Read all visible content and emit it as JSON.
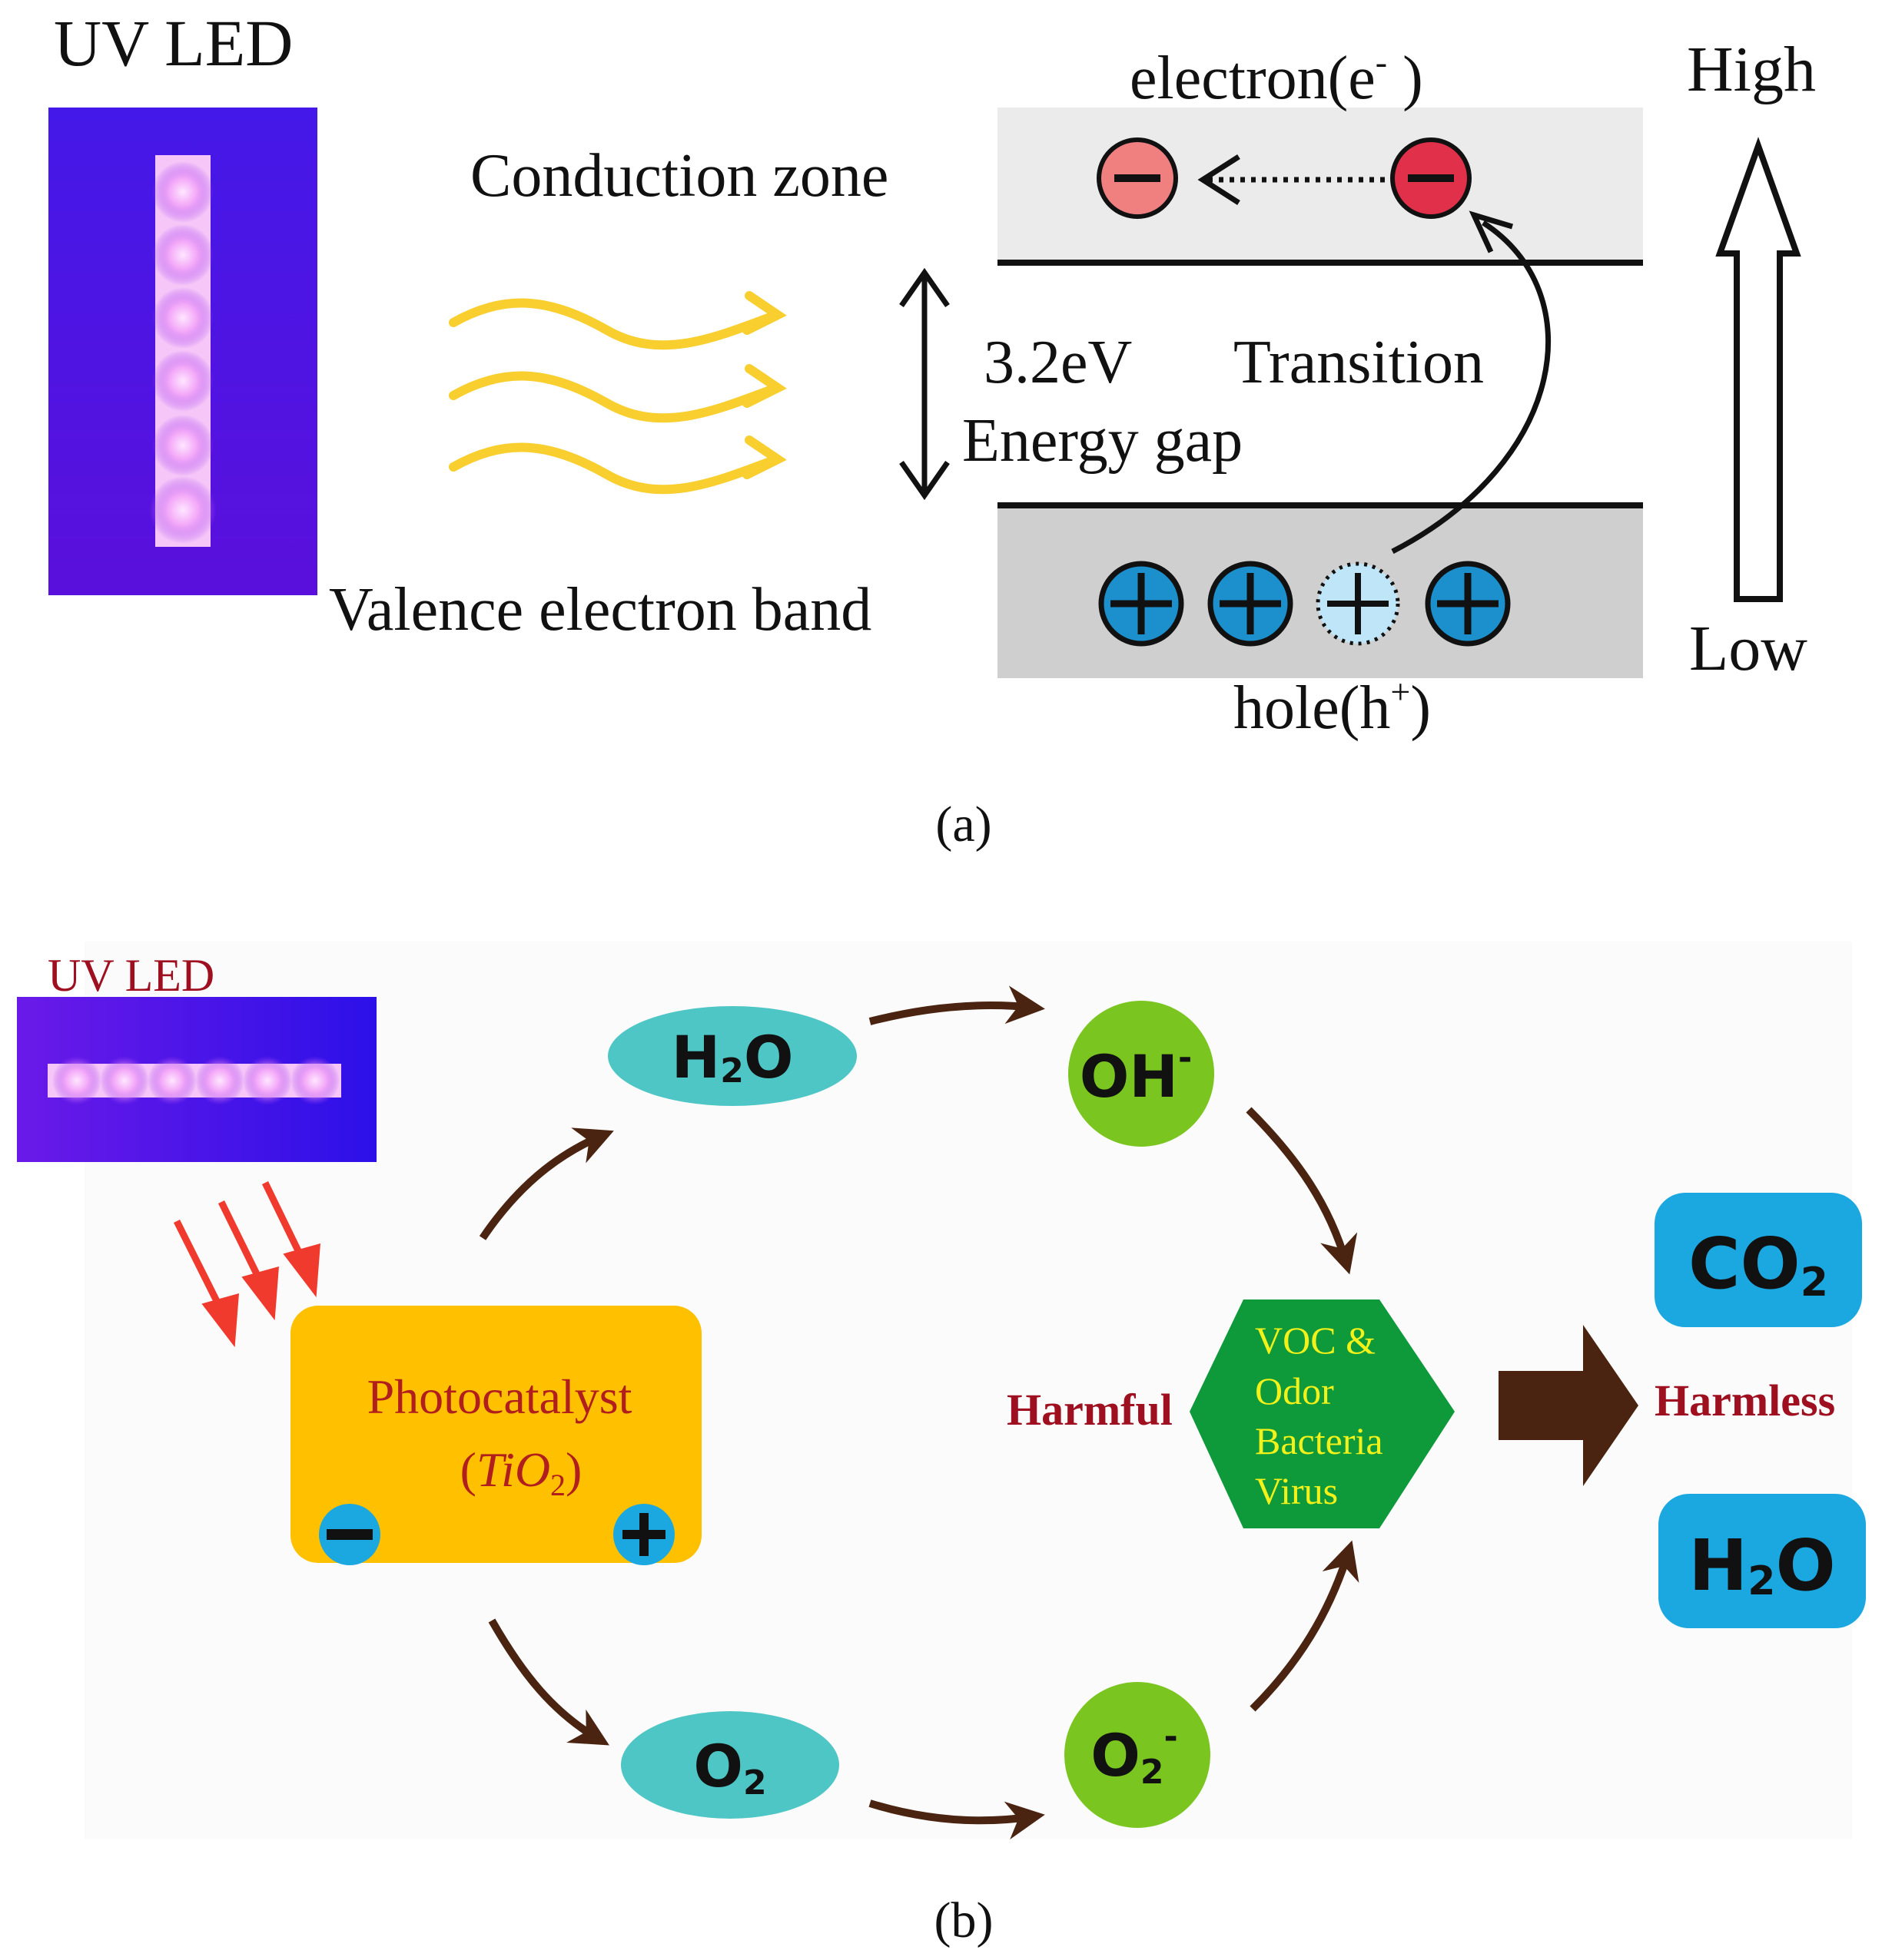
{
  "panel_a": {
    "uv_led_label": "UV LED",
    "conduction_label": "Conduction zone",
    "valence_label": "Valence electron band",
    "electron_label": "electron(e",
    "electron_sup": "-",
    "electron_close": " )",
    "hole_label": "hole(h",
    "hole_sup": "+",
    "hole_close": ")",
    "gap_value": "3.2eV",
    "gap_label": "Energy gap",
    "transition_label": "Transition",
    "high_label": "High",
    "low_label": "Low",
    "caption": "(a)"
  },
  "panel_b": {
    "uv_led_label": "UV LED",
    "photocatalyst_label": "Photocatalyst",
    "tio2_open": "(",
    "tio2_ti": "TiO",
    "tio2_sub": "2",
    "tio2_close": ")",
    "h2o_h": "H",
    "h2o_sub": "2",
    "h2o_o": "O",
    "oh_label": "OH",
    "oh_sup": "-",
    "o2_o": "O",
    "o2_sub": "2",
    "o2minus_o": "O",
    "o2minus_sub": "2",
    "o2minus_sup": "-",
    "harmful_label": "Harmful",
    "pollutants": [
      "VOC &",
      "Odor",
      "Bacteria",
      "Virus"
    ],
    "harmless_label": "Harmless",
    "co2_co": "CO",
    "co2_sub": "2",
    "out_h2o_h": "H",
    "out_h2o_sub": "2",
    "out_h2o_o": "O",
    "caption": "(b)"
  },
  "colors": {
    "photocatalyst_fill": "#FFC000",
    "photocatalyst_text": "#B01E1E",
    "molecule_teal": "#4FC6C6",
    "radical_green": "#7AC520",
    "pollutant_hex": "#0E9A3A",
    "pollutant_text": "#F2F21A",
    "product_blue": "#1BA8E0",
    "harm_label": "#9E0F1F",
    "arrow_brown": "#4A2410",
    "uv_arrow_red": "#F03A2E",
    "wave_yellow": "#F8CF2E",
    "band_fill_top": "#EBEBEB",
    "band_fill_bottom": "#CFCFCF",
    "hole_blue": "#1C8FCD",
    "electron_red": "#E0304A",
    "led_bg": "#3B12E6",
    "led_glow": "#F3A8F8"
  },
  "icons": [
    "uv-led-strip-photo",
    "wavy-light-arrow-icon",
    "electron-minus-icon",
    "hole-plus-icon",
    "double-arrow-icon",
    "hollow-up-arrow-icon",
    "red-lightning-arrow-icon",
    "curved-reaction-arrow-icon",
    "block-right-arrow-icon"
  ]
}
